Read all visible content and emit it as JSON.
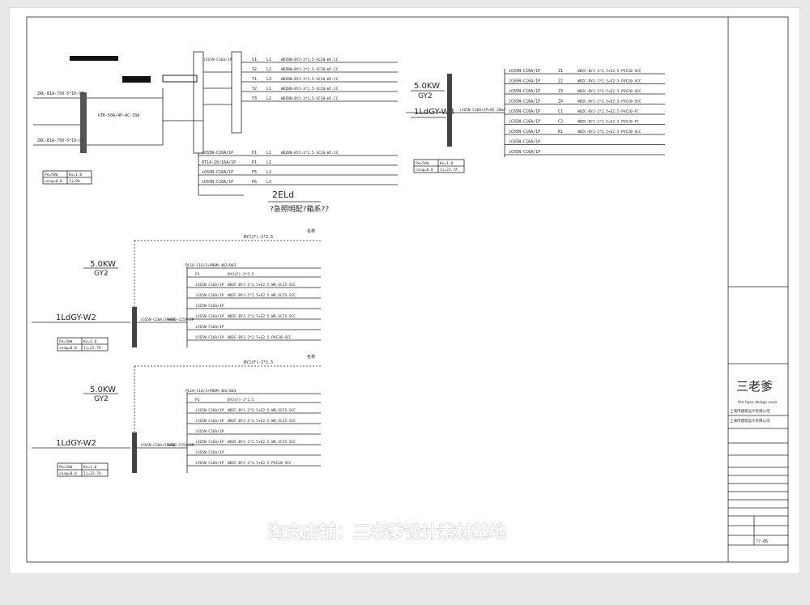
{
  "top_panel": {
    "rows": [
      {
        "breaker": "iC65N-C16A/1P",
        "phase": "L1",
        "cable": "WDZBN-BYJ-3*2.5-SC20-WC.CC",
        "use": "",
        "circuit": "S1"
      },
      {
        "breaker": "",
        "phase": "L2",
        "cable": "WDZBN-BYJ-3*2.5-SC20-WC.CC",
        "use": "",
        "circuit": "S2"
      },
      {
        "breaker": "",
        "phase": "L3",
        "cable": "WDZBN-BYJ-3*2.5-SC20-WC.CC",
        "use": "",
        "circuit": "Y1"
      },
      {
        "breaker": "",
        "phase": "L1",
        "cable": "WDZBN-BYJ-3*2.5-SC20-WC.CC",
        "use": "",
        "circuit": "Y2"
      },
      {
        "breaker": "",
        "phase": "L2",
        "cable": "WDZBN-BYJ-3*2.5-SC20-WC.CC",
        "use": "",
        "circuit": "Y3"
      }
    ],
    "lower_rows": [
      {
        "breaker": "iC65N-C16A/1P",
        "circuit": "P1",
        "phase": "L1",
        "cable": "WDZBN-BYJ-3*2.5-SC20-WC.CC"
      },
      {
        "breaker": "RT14-20/16A/1P",
        "circuit": "P1",
        "phase": "L1",
        "cable": ""
      },
      {
        "breaker": "iC65N-C16A/1P",
        "circuit": "P5",
        "phase": "L2",
        "cable": ""
      },
      {
        "breaker": "iC65N-C16A/1P",
        "circuit": "P6",
        "phase": "L3",
        "cable": ""
      }
    ],
    "left_labels": [
      "ZRC-B1A-750-5*10-CT",
      "GTK-50A/4P-AC-33A",
      "ZRC-B1A-750-5*10-CT"
    ],
    "load_box": [
      "Pe=5kW",
      "Kx=1.0",
      "cosφ=0.8",
      "Ij=9A"
    ],
    "title": "2ELd",
    "subtitle": "?急照明配?箱系??"
  },
  "top_right": {
    "power": "5.0KW",
    "code": "GY2",
    "panel": "1LdGY-W3",
    "main_breaker": "iC65N-C20A/2P+VE 30mA",
    "rows": [
      {
        "breaker": "iC65N-C16A/1P",
        "circuit": "Z1",
        "cable": "WDZC-BYJ-2*2.5+E2.5-PVC20-SCC"
      },
      {
        "breaker": "iC65N-C16A/1P",
        "circuit": "Z2",
        "cable": "WDZC-BYJ-2*2.5+E2.5-PVC20-SCC"
      },
      {
        "breaker": "iC65N-C16A/1P",
        "circuit": "Z3",
        "cable": "WDZC-BYJ-2*2.5+E2.5-PVC20-SCC"
      },
      {
        "breaker": "iC65N-C16A/1P",
        "circuit": "Z4",
        "cable": "WDZC-BYJ-2*2.5+E2.5-PVC20-SCC"
      },
      {
        "breaker": "iC65N-C16A/1P",
        "circuit": "C1",
        "cable": "WDZC-BYJ-2*2.5+E2.5-PVC20-FC"
      },
      {
        "breaker": "iC65N-C16A/1P",
        "circuit": "C2",
        "cable": "WDZC-BYJ-2*2.5+E2.5-PVC20-FC"
      },
      {
        "breaker": "iC65N-C16A/1P",
        "circuit": "K1",
        "cable": "WDZC-BYJ-2*2.5+E2.5-PVC20-SCC"
      },
      {
        "breaker": "iC65N-C16A/1P",
        "circuit": "",
        "cable": ""
      },
      {
        "breaker": "iC65N-C16A/1P",
        "circuit": "",
        "cable": ""
      }
    ],
    "load_box": [
      "Pe=5kW",
      "Kx=1.0",
      "cosφ=0.8",
      "Ij=22.7A"
    ]
  },
  "panels": [
    {
      "power": "5.0KW",
      "code": "GY2",
      "panel": "1LdGY-W2",
      "top_cable": "BYJ(F)-2*2.5",
      "name_label": "名称",
      "pl_row": "PL10-C16/2+PB0M-402/003",
      "main": "iC65N-C20A/2P+VE",
      "second": "BH60-C25A/2P",
      "rows": [
        {
          "breaker": "P1",
          "cable": "BYJ(F)-2*2.5"
        },
        {
          "breaker": "iC65N-C16A/1P",
          "cable": "WDZC-BYJ-2*2.5+E2.5-WR,SC25-SCC"
        },
        {
          "breaker": "iC65N-C16A/1P",
          "cable": "WDZC-BYJ-2*2.5+E2.5-WR,SC25-SCC"
        },
        {
          "breaker": "iC65N-C16A/1P",
          "cable": ""
        },
        {
          "breaker": "iC65N-C16A/1P",
          "cable": "WDZC-BYJ-2*2.5+E2.5-WR,SC25-SCC"
        },
        {
          "breaker": "iC65N-C16A/1P",
          "cable": ""
        },
        {
          "breaker": "iC65N-C16A/1P",
          "cable": "WDZC-BYJ-2*2.5+E2.5-PVC20-SCC"
        }
      ],
      "load_box": [
        "Pe=5kW",
        "Kx=1.0",
        "cosφ=0.8",
        "Ij=22.7A"
      ]
    },
    {
      "power": "5.0KW",
      "code": "GY2",
      "panel": "1LdGY-W2",
      "top_cable": "BYJ(F)-2*2.5",
      "name_label": "名称",
      "pl_row": "PL10-C16/2+PB0M-402/003",
      "main": "iC65N-C20A/2P+VE",
      "second": "BH60-C25A/2P",
      "rows": [
        {
          "breaker": "P1",
          "cable": "BYJ(F)-2*2.5"
        },
        {
          "breaker": "iC65N-C16A/1P",
          "cable": "WDZC-BYJ-2*2.5+E2.5-WR,SC25-SCC"
        },
        {
          "breaker": "iC65N-C16A/1P",
          "cable": "WDZC-BYJ-2*2.5+E2.5-WR,SC25-SCC"
        },
        {
          "breaker": "iC65N-C16A/1P",
          "cable": ""
        },
        {
          "breaker": "iC65N-C16A/1P",
          "cable": "WDZC-BYJ-2*2.5+E2.5-WR,SC25-SCC"
        },
        {
          "breaker": "iC65N-C16A/1P",
          "cable": ""
        },
        {
          "breaker": "iC65N-C16A/1P",
          "cable": "WDZC-BYJ-2*2.5+E2.5-PVC20-SCC"
        }
      ],
      "load_box": [
        "Pe=5kW",
        "Kx=1.0",
        "cosφ=0.8",
        "Ij=22.7A"
      ]
    }
  ],
  "title_block": {
    "brand": "三老爹",
    "brand_sub": "the hpse design voce",
    "company1": "上海市建筑设计有限公司",
    "company2": "上海市建筑设计有限公司",
    "drawing_no": "??-05"
  },
  "watermark": "淘宝店铺：三老爹设计素材基地"
}
